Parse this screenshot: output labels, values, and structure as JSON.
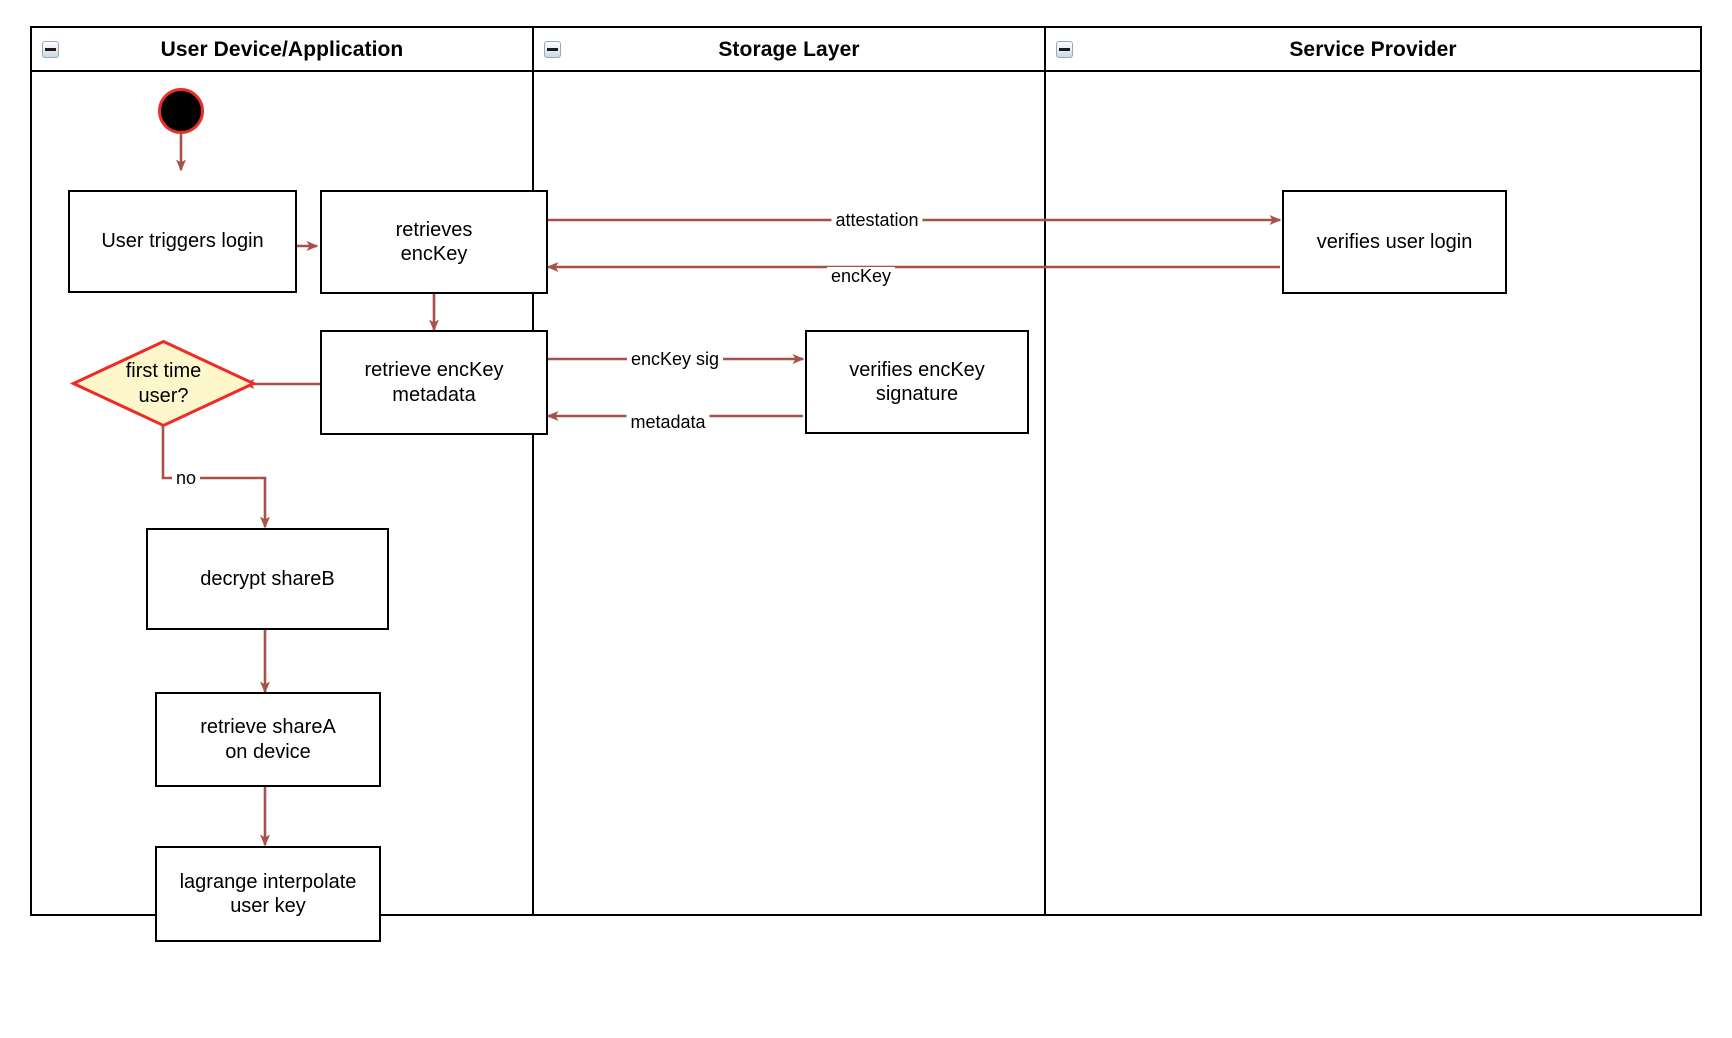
{
  "diagram": {
    "type": "swimlane-activity-diagram",
    "accent_color": "#a65149",
    "decision_fill": "#fff7cc",
    "decision_stroke": "#ef2b26",
    "start_node_stroke": "#e8302a",
    "lane_border_color": "#000000"
  },
  "lanes": [
    {
      "id": "user-device",
      "title": "User Device/Application",
      "collapse_icon": "minus-box-icon"
    },
    {
      "id": "storage-layer",
      "title": "Storage Layer",
      "collapse_icon": "minus-box-icon"
    },
    {
      "id": "service-provider",
      "title": "Service Provider",
      "collapse_icon": "minus-box-icon"
    }
  ],
  "nodes": {
    "start": {
      "name": "start-node",
      "label": ""
    },
    "user_triggers_login": {
      "label": "User triggers login"
    },
    "retrieves_enckey": {
      "label": "retrieves\nencKey"
    },
    "retrieve_enckey_metadata": {
      "label": "retrieve encKey\nmetadata"
    },
    "first_time_user": {
      "label": "first time\nuser?"
    },
    "decrypt_shareb": {
      "label": "decrypt shareB"
    },
    "retrieve_sharea": {
      "label": "retrieve shareA\non device"
    },
    "lagrange_interpolate": {
      "label": "lagrange interpolate\nuser key"
    },
    "verifies_enckey_signature": {
      "label": "verifies encKey\nsignature"
    },
    "verifies_user_login": {
      "label": "verifies user login"
    }
  },
  "edges": [
    {
      "id": "start-to-login",
      "label": ""
    },
    {
      "id": "login-to-retrieves",
      "label": ""
    },
    {
      "id": "retrieves-to-provider",
      "label": "attestation"
    },
    {
      "id": "provider-to-retrieves",
      "label": "encKey"
    },
    {
      "id": "retrieves-to-metadata",
      "label": ""
    },
    {
      "id": "metadata-to-verifies-sig",
      "label": "encKey sig"
    },
    {
      "id": "verifies-sig-to-metadata",
      "label": "metadata"
    },
    {
      "id": "metadata-to-decision",
      "label": ""
    },
    {
      "id": "decision-to-decrypt",
      "label": "no"
    },
    {
      "id": "decrypt-to-retrieve-sharea",
      "label": ""
    },
    {
      "id": "retrieve-sharea-to-lagrange",
      "label": ""
    }
  ]
}
